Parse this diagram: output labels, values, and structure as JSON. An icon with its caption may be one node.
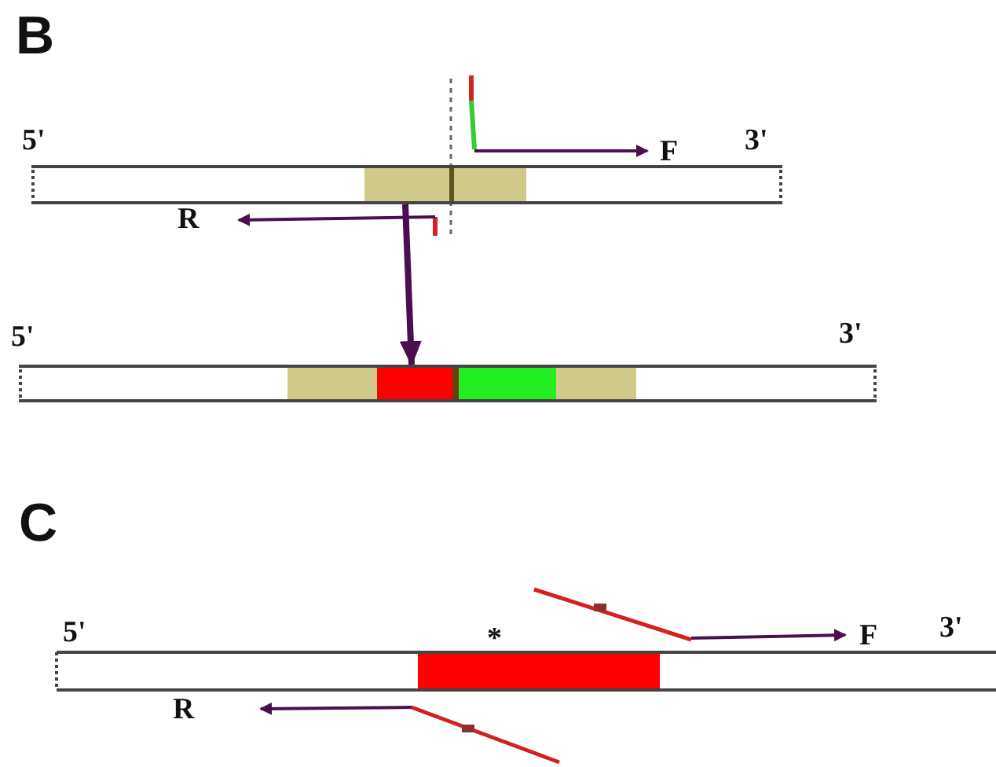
{
  "diagram": {
    "nodes": [
      {
        "text": [],
        "shape": "bar"
      },
      {
        "text": [],
        "shape": "bar"
      }
    ],
    "edges": [
      {
        "from": 0,
        "to": 1,
        "arrow": "to"
      }
    ],
    "labels": [
      "B",
      "5'",
      "F",
      "3'",
      "R",
      "5'",
      "3'",
      "C",
      "5'",
      "*",
      "F",
      "3'",
      "R"
    ]
  }
}
